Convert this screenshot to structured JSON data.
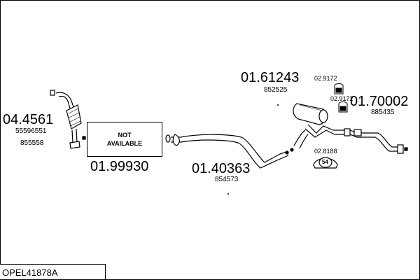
{
  "diagram": {
    "reference": "OPEL41878A",
    "not_available": {
      "line1": "NOT",
      "line2": "AVAILABLE"
    },
    "parts": [
      {
        "number": "04.4561",
        "oem": [
          "55596551",
          "855558"
        ]
      },
      {
        "number": "01.99930",
        "oem": []
      },
      {
        "number": "01.40363",
        "oem": [
          "854573"
        ]
      },
      {
        "number": "01.61243",
        "oem": [
          "852525"
        ]
      },
      {
        "number": "01.70002",
        "oem": [
          "885435"
        ]
      }
    ],
    "accessories": [
      {
        "number": "02.9172"
      },
      {
        "number": "02.9172"
      },
      {
        "number": "02.8188"
      }
    ],
    "clamp_badge": "54"
  }
}
